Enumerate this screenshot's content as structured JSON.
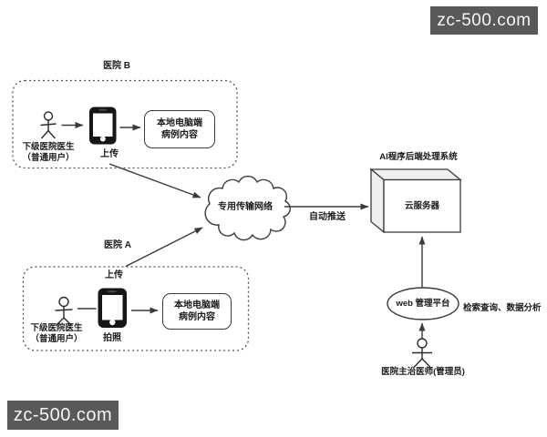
{
  "watermark": {
    "text": "zc-500.com"
  },
  "colors": {
    "line": "#3a3a3a",
    "text": "#1c1c1c",
    "watermark_bg": "#595959",
    "watermark_text": "#f5f5f5",
    "cube_shade": "#efefef",
    "background": "#ffffff"
  },
  "hospital_b": {
    "title": "医院 B",
    "actor": {
      "line1": "下级医院医生",
      "line2": "（普通用户）"
    },
    "phone_label": "上传",
    "content_box": {
      "line1": "本地电脑端",
      "line2": "病例内容"
    }
  },
  "hospital_a": {
    "title": "医院 A",
    "upload_label": "上传",
    "actor": {
      "line1": "下级医院医生",
      "line2": "（普通用户）"
    },
    "phone_label": "拍照",
    "content_box": {
      "line1": "本地电脑端",
      "line2": "病例内容"
    }
  },
  "network": {
    "cloud_label": "专用传输网络",
    "push_label": "自动推送"
  },
  "server": {
    "system_label": "AI程序后端处理系统",
    "box_label": "云服务器"
  },
  "platform": {
    "label": "web 管理平台",
    "side_label": "检索查询、数据分析"
  },
  "admin": {
    "label": "医院主治医师(管理员)"
  }
}
